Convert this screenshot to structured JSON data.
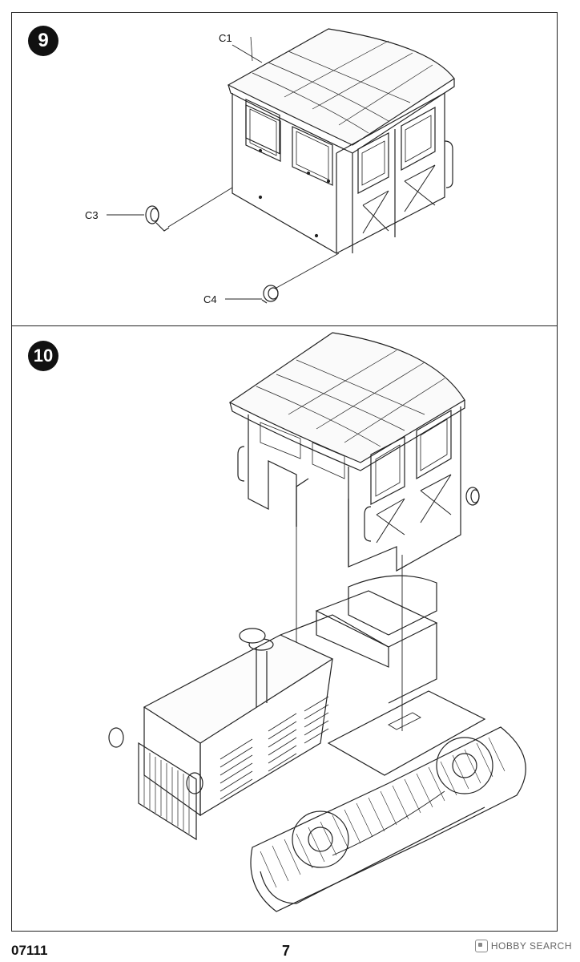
{
  "steps": [
    {
      "number": "9",
      "labels": {
        "c1": "C1",
        "c3": "C3",
        "c4": "C4"
      }
    },
    {
      "number": "10"
    }
  ],
  "footer": {
    "product_code": "07111",
    "page_number": "7",
    "watermark": "HOBBY SEARCH"
  }
}
